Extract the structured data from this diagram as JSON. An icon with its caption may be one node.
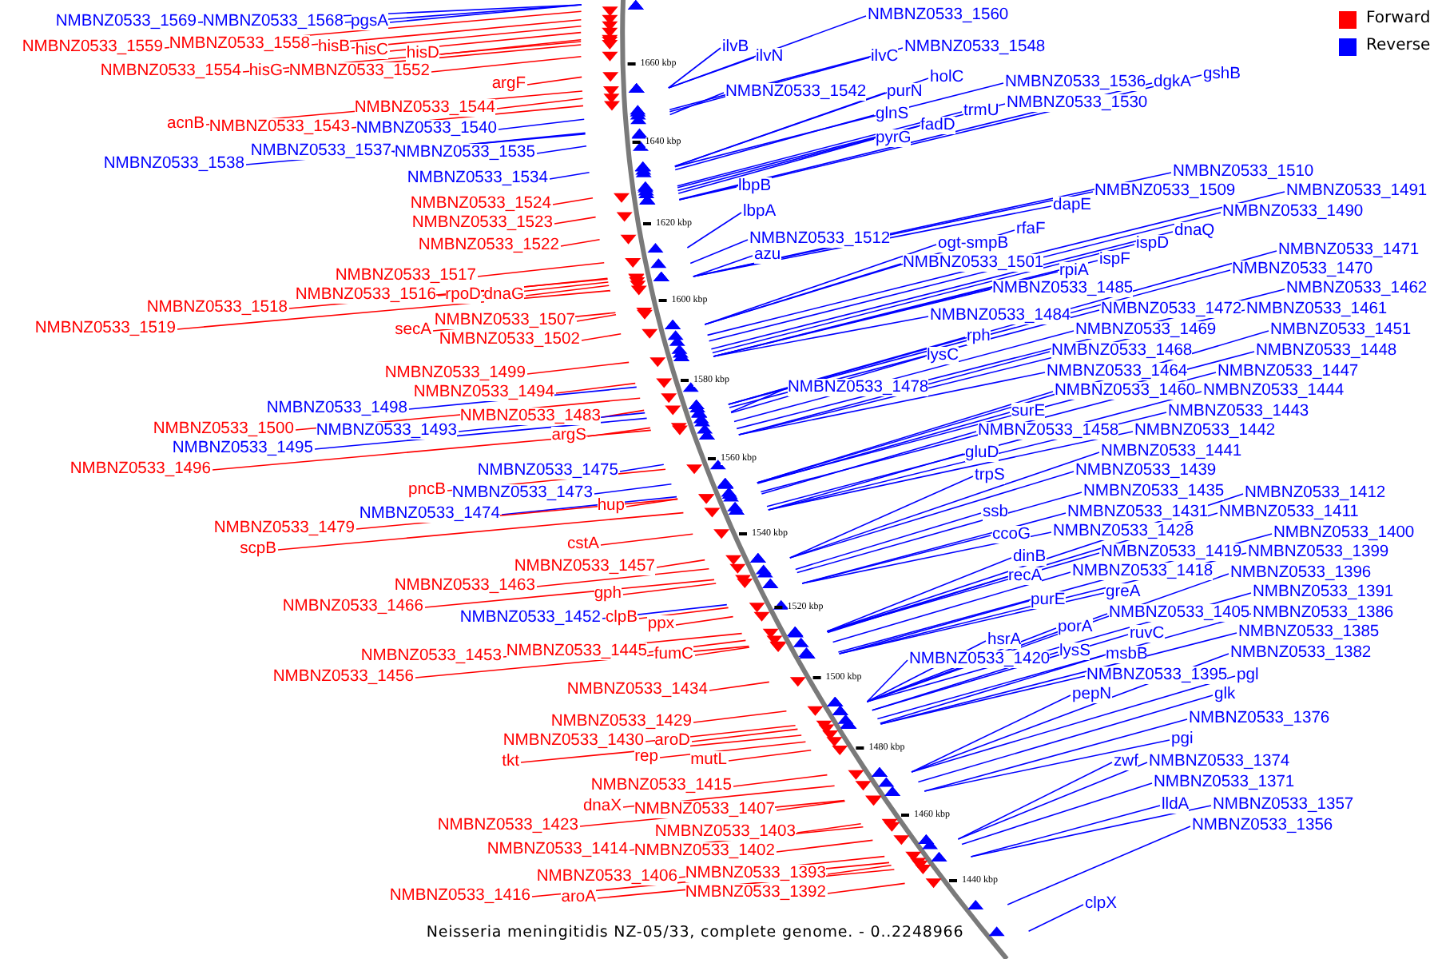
{
  "diagram": {
    "caption": "Neisseria meningitidis NZ-05/33, complete genome. - 0..2248966",
    "nodes": [
      {
        "text": [
          "NMBNZ0533_1569"
        ]
      },
      {
        "text": [
          "NMBNZ0533_1568"
        ]
      },
      {
        "text": [
          "pgsA"
        ]
      },
      {
        "text": [
          "NMBNZ0533_1559"
        ]
      },
      {
        "text": [
          "NMBNZ0533_1558"
        ]
      },
      {
        "text": [
          "hisB"
        ]
      },
      {
        "text": [
          "hisC"
        ]
      },
      {
        "text": [
          "hisD"
        ]
      },
      {
        "text": [
          "NMBNZ0533_1554"
        ]
      },
      {
        "text": [
          "hisG"
        ]
      },
      {
        "text": [
          "NMBNZ0533_1552"
        ]
      },
      {
        "text": [
          "argF"
        ]
      },
      {
        "text": [
          "NMBNZ0533_1544"
        ]
      },
      {
        "text": [
          "acnB"
        ]
      },
      {
        "text": [
          "NMBNZ0533_1543"
        ]
      },
      {
        "text": [
          "NMBNZ0533_1540"
        ]
      },
      {
        "text": [
          "NMBNZ0533_1537"
        ]
      },
      {
        "text": [
          "NMBNZ0533_1535"
        ]
      },
      {
        "text": [
          "NMBNZ0533_1538"
        ]
      },
      {
        "text": [
          "NMBNZ0533_1534"
        ]
      },
      {
        "text": [
          "NMBNZ0533_1524"
        ]
      },
      {
        "text": [
          "NMBNZ0533_1523"
        ]
      },
      {
        "text": [
          "NMBNZ0533_1522"
        ]
      },
      {
        "text": [
          "NMBNZ0533_1517"
        ]
      },
      {
        "text": [
          "NMBNZ0533_1516"
        ]
      },
      {
        "text": [
          "rpoD"
        ]
      },
      {
        "text": [
          "dnaG"
        ]
      },
      {
        "text": [
          "NMBNZ0533_1518"
        ]
      },
      {
        "text": [
          "NMBNZ0533_1507"
        ]
      },
      {
        "text": [
          "secA"
        ]
      },
      {
        "text": [
          "NMBNZ0533_1519"
        ]
      },
      {
        "text": [
          "NMBNZ0533_1502"
        ]
      },
      {
        "text": [
          "NMBNZ0533_1499"
        ]
      },
      {
        "text": [
          "NMBNZ0533_1494"
        ]
      },
      {
        "text": [
          "NMBNZ0533_1498"
        ]
      },
      {
        "text": [
          "NMBNZ0533_1483"
        ]
      },
      {
        "text": [
          "NMBNZ0533_1500"
        ]
      },
      {
        "text": [
          "NMBNZ0533_1493"
        ]
      },
      {
        "text": [
          "argS"
        ]
      },
      {
        "text": [
          "NMBNZ0533_1495"
        ]
      },
      {
        "text": [
          "NMBNZ0533_1496"
        ]
      },
      {
        "text": [
          "NMBNZ0533_1475"
        ]
      },
      {
        "text": [
          "pncB"
        ]
      },
      {
        "text": [
          "NMBNZ0533_1473"
        ]
      },
      {
        "text": [
          "hup"
        ]
      },
      {
        "text": [
          "NMBNZ0533_1474"
        ]
      },
      {
        "text": [
          "NMBNZ0533_1479"
        ]
      },
      {
        "text": [
          "cstA"
        ]
      },
      {
        "text": [
          "scpB"
        ]
      },
      {
        "text": [
          "NMBNZ0533_1457"
        ]
      },
      {
        "text": [
          "NMBNZ0533_1463"
        ]
      },
      {
        "text": [
          "gph"
        ]
      },
      {
        "text": [
          "NMBNZ0533_1466"
        ]
      },
      {
        "text": [
          "NMBNZ0533_1452"
        ]
      },
      {
        "text": [
          "clpB"
        ]
      },
      {
        "text": [
          "ppx"
        ]
      },
      {
        "text": [
          "NMBNZ0533_1453"
        ]
      },
      {
        "text": [
          "NMBNZ0533_1445"
        ]
      },
      {
        "text": [
          "fumC"
        ]
      },
      {
        "text": [
          "NMBNZ0533_1456"
        ]
      },
      {
        "text": [
          "NMBNZ0533_1434"
        ]
      },
      {
        "text": [
          "NMBNZ0533_1429"
        ]
      },
      {
        "text": [
          "NMBNZ0533_1430"
        ]
      },
      {
        "text": [
          "aroD"
        ]
      },
      {
        "text": [
          "tkt"
        ]
      },
      {
        "text": [
          "rep"
        ]
      },
      {
        "text": [
          "mutL"
        ]
      },
      {
        "text": [
          "NMBNZ0533_1415"
        ]
      },
      {
        "text": [
          "dnaX"
        ]
      },
      {
        "text": [
          "NMBNZ0533_1407"
        ]
      },
      {
        "text": [
          "NMBNZ0533_1423"
        ]
      },
      {
        "text": [
          "NMBNZ0533_1403"
        ]
      },
      {
        "text": [
          "NMBNZ0533_1414"
        ]
      },
      {
        "text": [
          "NMBNZ0533_1402"
        ]
      },
      {
        "text": [
          "NMBNZ0533_1406"
        ]
      },
      {
        "text": [
          "NMBNZ0533_1393"
        ]
      },
      {
        "text": [
          "NMBNZ0533_1416"
        ]
      },
      {
        "text": [
          "aroA"
        ]
      },
      {
        "text": [
          "NMBNZ0533_1392"
        ]
      },
      {
        "text": [
          "NMBNZ0533_1560"
        ]
      },
      {
        "text": [
          "ilvB"
        ]
      },
      {
        "text": [
          "ilvN"
        ]
      },
      {
        "text": [
          "ilvC"
        ]
      },
      {
        "text": [
          "NMBNZ0533_1548"
        ]
      },
      {
        "text": [
          "holC"
        ]
      },
      {
        "text": [
          "gshB"
        ]
      },
      {
        "text": [
          "NMBNZ0533_1536"
        ]
      },
      {
        "text": [
          "dgkA"
        ]
      },
      {
        "text": [
          "NMBNZ0533_1542"
        ]
      },
      {
        "text": [
          "purN"
        ]
      },
      {
        "text": [
          "NMBNZ0533_1530"
        ]
      },
      {
        "text": [
          "trmU"
        ]
      },
      {
        "text": [
          "glnS"
        ]
      },
      {
        "text": [
          "fadD"
        ]
      },
      {
        "text": [
          "pyrG"
        ]
      },
      {
        "text": [
          "NMBNZ0533_1510"
        ]
      },
      {
        "text": [
          "lbpB"
        ]
      },
      {
        "text": [
          "NMBNZ0533_1509"
        ]
      },
      {
        "text": [
          "NMBNZ0533_1491"
        ]
      },
      {
        "text": [
          "dapE"
        ]
      },
      {
        "text": [
          "lbpA"
        ]
      },
      {
        "text": [
          "NMBNZ0533_1490"
        ]
      },
      {
        "text": [
          "rfaF"
        ]
      },
      {
        "text": [
          "dnaQ"
        ]
      },
      {
        "text": [
          "NMBNZ0533_1512"
        ]
      },
      {
        "text": [
          "ogt-smpB"
        ]
      },
      {
        "text": [
          "ispD"
        ]
      },
      {
        "text": [
          "NMBNZ0533_1471"
        ]
      },
      {
        "text": [
          "azu"
        ]
      },
      {
        "text": [
          "ispF"
        ]
      },
      {
        "text": [
          "NMBNZ0533_1501"
        ]
      },
      {
        "text": [
          "NMBNZ0533_1470"
        ]
      },
      {
        "text": [
          "rpiA"
        ]
      },
      {
        "text": [
          "NMBNZ0533_1485"
        ]
      },
      {
        "text": [
          "NMBNZ0533_1462"
        ]
      },
      {
        "text": [
          "NMBNZ0533_1472"
        ]
      },
      {
        "text": [
          "NMBNZ0533_1461"
        ]
      },
      {
        "text": [
          "NMBNZ0533_1484"
        ]
      },
      {
        "text": [
          "NMBNZ0533_1469"
        ]
      },
      {
        "text": [
          "NMBNZ0533_1451"
        ]
      },
      {
        "text": [
          "rph"
        ]
      },
      {
        "text": [
          "NMBNZ0533_1468"
        ]
      },
      {
        "text": [
          "NMBNZ0533_1448"
        ]
      },
      {
        "text": [
          "lysC"
        ]
      },
      {
        "text": [
          "NMBNZ0533_1464"
        ]
      },
      {
        "text": [
          "NMBNZ0533_1447"
        ]
      },
      {
        "text": [
          "NMBNZ0533_1478"
        ]
      },
      {
        "text": [
          "NMBNZ0533_1460"
        ]
      },
      {
        "text": [
          "NMBNZ0533_1444"
        ]
      },
      {
        "text": [
          "surE"
        ]
      },
      {
        "text": [
          "NMBNZ0533_1443"
        ]
      },
      {
        "text": [
          "NMBNZ0533_1458"
        ]
      },
      {
        "text": [
          "NMBNZ0533_1442"
        ]
      },
      {
        "text": [
          "NMBNZ0533_1441"
        ]
      },
      {
        "text": [
          "gluD"
        ]
      },
      {
        "text": [
          "NMBNZ0533_1439"
        ]
      },
      {
        "text": [
          "trpS"
        ]
      },
      {
        "text": [
          "NMBNZ0533_1435"
        ]
      },
      {
        "text": [
          "NMBNZ0533_1412"
        ]
      },
      {
        "text": [
          "ssb"
        ]
      },
      {
        "text": [
          "NMBNZ0533_1431"
        ]
      },
      {
        "text": [
          "NMBNZ0533_1411"
        ]
      },
      {
        "text": [
          "NMBNZ0533_1428"
        ]
      },
      {
        "text": [
          "NMBNZ0533_1400"
        ]
      },
      {
        "text": [
          "ccoG"
        ]
      },
      {
        "text": [
          "NMBNZ0533_1419"
        ]
      },
      {
        "text": [
          "NMBNZ0533_1399"
        ]
      },
      {
        "text": [
          "dinB"
        ]
      },
      {
        "text": [
          "NMBNZ0533_1418"
        ]
      },
      {
        "text": [
          "NMBNZ0533_1396"
        ]
      },
      {
        "text": [
          "recA"
        ]
      },
      {
        "text": [
          "greA"
        ]
      },
      {
        "text": [
          "NMBNZ0533_1391"
        ]
      },
      {
        "text": [
          "purE"
        ]
      },
      {
        "text": [
          "NMBNZ0533_1405"
        ]
      },
      {
        "text": [
          "NMBNZ0533_1386"
        ]
      },
      {
        "text": [
          "porA"
        ]
      },
      {
        "text": [
          "NMBNZ0533_1385"
        ]
      },
      {
        "text": [
          "ruvC"
        ]
      },
      {
        "text": [
          "hsrA"
        ]
      },
      {
        "text": [
          "lysS"
        ]
      },
      {
        "text": [
          "NMBNZ0533_1382"
        ]
      },
      {
        "text": [
          "msbB"
        ]
      },
      {
        "text": [
          "NMBNZ0533_1420"
        ]
      },
      {
        "text": [
          "NMBNZ0533_1395"
        ]
      },
      {
        "text": [
          "pgl"
        ]
      },
      {
        "text": [
          "pepN"
        ]
      },
      {
        "text": [
          "glk"
        ]
      },
      {
        "text": [
          "NMBNZ0533_1376"
        ]
      },
      {
        "text": [
          "pgi"
        ]
      },
      {
        "text": [
          "zwf"
        ]
      },
      {
        "text": [
          "NMBNZ0533_1374"
        ]
      },
      {
        "text": [
          "NMBNZ0533_1371"
        ]
      },
      {
        "text": [
          "lldA"
        ]
      },
      {
        "text": [
          "NMBNZ0533_1357"
        ]
      },
      {
        "text": [
          "NMBNZ0533_1356"
        ]
      },
      {
        "text": [
          "clpX"
        ]
      }
    ],
    "edges": [
      {
        "from": 0,
        "to": null,
        "arrow": "none",
        "color": "#0000ff"
      },
      {
        "from": 1,
        "to": null,
        "arrow": "none",
        "color": "#0000ff"
      },
      {
        "from": 2,
        "to": null,
        "arrow": "none",
        "color": "#0000ff"
      },
      {
        "from": 3,
        "to": null,
        "arrow": "none",
        "color": "#ff0000"
      },
      {
        "from": 4,
        "to": null,
        "arrow": "none",
        "color": "#ff0000"
      },
      {
        "from": 5,
        "to": null,
        "arrow": "none",
        "color": "#ff0000"
      },
      {
        "from": 6,
        "to": null,
        "arrow": "none",
        "color": "#ff0000"
      },
      {
        "from": 7,
        "to": null,
        "arrow": "none",
        "color": "#ff0000"
      },
      {
        "from": 8,
        "to": null,
        "arrow": "none",
        "color": "#ff0000"
      },
      {
        "from": 9,
        "to": null,
        "arrow": "none",
        "color": "#ff0000"
      },
      {
        "from": 10,
        "to": null,
        "arrow": "none",
        "color": "#ff0000"
      },
      {
        "from": 11,
        "to": null,
        "arrow": "none",
        "color": "#ff0000"
      },
      {
        "from": 12,
        "to": null,
        "arrow": "none",
        "color": "#ff0000"
      },
      {
        "from": 13,
        "to": null,
        "arrow": "none",
        "color": "#ff0000"
      },
      {
        "from": 14,
        "to": null,
        "arrow": "none",
        "color": "#ff0000"
      },
      {
        "from": 15,
        "to": null,
        "arrow": "none",
        "color": "#0000ff"
      },
      {
        "from": 16,
        "to": null,
        "arrow": "none",
        "color": "#0000ff"
      },
      {
        "from": 17,
        "to": null,
        "arrow": "none",
        "color": "#0000ff"
      },
      {
        "from": 18,
        "to": null,
        "arrow": "none",
        "color": "#0000ff"
      },
      {
        "from": 19,
        "to": null,
        "arrow": "none",
        "color": "#0000ff"
      },
      {
        "from": 20,
        "to": null,
        "arrow": "none",
        "color": "#ff0000"
      },
      {
        "from": 21,
        "to": null,
        "arrow": "none",
        "color": "#ff0000"
      },
      {
        "from": 22,
        "to": null,
        "arrow": "none",
        "color": "#ff0000"
      },
      {
        "from": 23,
        "to": null,
        "arrow": "none",
        "color": "#ff0000"
      },
      {
        "from": 24,
        "to": null,
        "arrow": "none",
        "color": "#ff0000"
      },
      {
        "from": 25,
        "to": null,
        "arrow": "none",
        "color": "#ff0000"
      },
      {
        "from": 26,
        "to": null,
        "arrow": "none",
        "color": "#ff0000"
      },
      {
        "from": 27,
        "to": null,
        "arrow": "none",
        "color": "#ff0000"
      },
      {
        "from": 28,
        "to": null,
        "arrow": "none",
        "color": "#ff0000"
      },
      {
        "from": 29,
        "to": null,
        "arrow": "none",
        "color": "#ff0000"
      },
      {
        "from": 30,
        "to": null,
        "arrow": "none",
        "color": "#ff0000"
      },
      {
        "from": 31,
        "to": null,
        "arrow": "none",
        "color": "#ff0000"
      },
      {
        "from": 32,
        "to": null,
        "arrow": "none",
        "color": "#ff0000"
      },
      {
        "from": 33,
        "to": null,
        "arrow": "none",
        "color": "#ff0000"
      },
      {
        "from": 34,
        "to": null,
        "arrow": "none",
        "color": "#0000ff"
      },
      {
        "from": 35,
        "to": null,
        "arrow": "none",
        "color": "#ff0000"
      },
      {
        "from": 36,
        "to": null,
        "arrow": "none",
        "color": "#ff0000"
      },
      {
        "from": 37,
        "to": null,
        "arrow": "none",
        "color": "#0000ff"
      },
      {
        "from": 38,
        "to": null,
        "arrow": "none",
        "color": "#ff0000"
      },
      {
        "from": 39,
        "to": null,
        "arrow": "none",
        "color": "#0000ff"
      },
      {
        "from": 40,
        "to": null,
        "arrow": "none",
        "color": "#ff0000"
      },
      {
        "from": 41,
        "to": null,
        "arrow": "none",
        "color": "#0000ff"
      },
      {
        "from": 42,
        "to": null,
        "arrow": "none",
        "color": "#ff0000"
      },
      {
        "from": 43,
        "to": null,
        "arrow": "none",
        "color": "#0000ff"
      },
      {
        "from": 44,
        "to": null,
        "arrow": "none",
        "color": "#ff0000"
      },
      {
        "from": 45,
        "to": null,
        "arrow": "none",
        "color": "#0000ff"
      },
      {
        "from": 46,
        "to": null,
        "arrow": "none",
        "color": "#ff0000"
      },
      {
        "from": 47,
        "to": null,
        "arrow": "none",
        "color": "#ff0000"
      },
      {
        "from": 48,
        "to": null,
        "arrow": "none",
        "color": "#ff0000"
      },
      {
        "from": 49,
        "to": null,
        "arrow": "none",
        "color": "#ff0000"
      },
      {
        "from": 50,
        "to": null,
        "arrow": "none",
        "color": "#ff0000"
      },
      {
        "from": 51,
        "to": null,
        "arrow": "none",
        "color": "#ff0000"
      },
      {
        "from": 52,
        "to": null,
        "arrow": "none",
        "color": "#ff0000"
      },
      {
        "from": 53,
        "to": null,
        "arrow": "none",
        "color": "#0000ff"
      },
      {
        "from": 54,
        "to": null,
        "arrow": "none",
        "color": "#ff0000"
      },
      {
        "from": 55,
        "to": null,
        "arrow": "none",
        "color": "#ff0000"
      },
      {
        "from": 56,
        "to": null,
        "arrow": "none",
        "color": "#ff0000"
      },
      {
        "from": 57,
        "to": null,
        "arrow": "none",
        "color": "#ff0000"
      },
      {
        "from": 58,
        "to": null,
        "arrow": "none",
        "color": "#ff0000"
      },
      {
        "from": 59,
        "to": null,
        "arrow": "none",
        "color": "#ff0000"
      },
      {
        "from": 60,
        "to": null,
        "arrow": "none",
        "color": "#ff0000"
      },
      {
        "from": 61,
        "to": null,
        "arrow": "none",
        "color": "#ff0000"
      },
      {
        "from": 62,
        "to": null,
        "arrow": "none",
        "color": "#ff0000"
      },
      {
        "from": 63,
        "to": null,
        "arrow": "none",
        "color": "#ff0000"
      },
      {
        "from": 64,
        "to": null,
        "arrow": "none",
        "color": "#ff0000"
      },
      {
        "from": 65,
        "to": null,
        "arrow": "none",
        "color": "#ff0000"
      },
      {
        "from": 66,
        "to": null,
        "arrow": "none",
        "color": "#ff0000"
      },
      {
        "from": 67,
        "to": null,
        "arrow": "none",
        "color": "#ff0000"
      },
      {
        "from": 68,
        "to": null,
        "arrow": "none",
        "color": "#ff0000"
      },
      {
        "from": 69,
        "to": null,
        "arrow": "none",
        "color": "#ff0000"
      },
      {
        "from": 70,
        "to": null,
        "arrow": "none",
        "color": "#ff0000"
      },
      {
        "from": 71,
        "to": null,
        "arrow": "none",
        "color": "#ff0000"
      },
      {
        "from": 72,
        "to": null,
        "arrow": "none",
        "color": "#ff0000"
      },
      {
        "from": 73,
        "to": null,
        "arrow": "none",
        "color": "#ff0000"
      },
      {
        "from": 74,
        "to": null,
        "arrow": "none",
        "color": "#ff0000"
      },
      {
        "from": 75,
        "to": null,
        "arrow": "none",
        "color": "#ff0000"
      },
      {
        "from": 76,
        "to": null,
        "arrow": "none",
        "color": "#ff0000"
      },
      {
        "from": 77,
        "to": null,
        "arrow": "none",
        "color": "#ff0000"
      },
      {
        "from": 78,
        "to": null,
        "arrow": "none",
        "color": "#ff0000"
      },
      {
        "from": 79,
        "to": null,
        "arrow": "none",
        "color": "#0000ff"
      },
      {
        "from": 80,
        "to": null,
        "arrow": "none",
        "color": "#0000ff"
      },
      {
        "from": 81,
        "to": null,
        "arrow": "none",
        "color": "#0000ff"
      },
      {
        "from": 82,
        "to": null,
        "arrow": "none",
        "color": "#0000ff"
      },
      {
        "from": 83,
        "to": null,
        "arrow": "none",
        "color": "#0000ff"
      },
      {
        "from": 84,
        "to": null,
        "arrow": "none",
        "color": "#0000ff"
      },
      {
        "from": 85,
        "to": null,
        "arrow": "none",
        "color": "#0000ff"
      },
      {
        "from": 86,
        "to": null,
        "arrow": "none",
        "color": "#0000ff"
      },
      {
        "from": 87,
        "to": null,
        "arrow": "none",
        "color": "#0000ff"
      },
      {
        "from": 88,
        "to": null,
        "arrow": "none",
        "color": "#0000ff"
      },
      {
        "from": 89,
        "to": null,
        "arrow": "none",
        "color": "#0000ff"
      },
      {
        "from": 90,
        "to": null,
        "arrow": "none",
        "color": "#0000ff"
      },
      {
        "from": 91,
        "to": null,
        "arrow": "none",
        "color": "#0000ff"
      },
      {
        "from": 92,
        "to": null,
        "arrow": "none",
        "color": "#0000ff"
      },
      {
        "from": 93,
        "to": null,
        "arrow": "none",
        "color": "#0000ff"
      },
      {
        "from": 94,
        "to": null,
        "arrow": "none",
        "color": "#0000ff"
      },
      {
        "from": 95,
        "to": null,
        "arrow": "none",
        "color": "#0000ff"
      },
      {
        "from": 96,
        "to": null,
        "arrow": "none",
        "color": "#0000ff"
      },
      {
        "from": 97,
        "to": null,
        "arrow": "none",
        "color": "#0000ff"
      },
      {
        "from": 98,
        "to": null,
        "arrow": "none",
        "color": "#0000ff"
      },
      {
        "from": 99,
        "to": null,
        "arrow": "none",
        "color": "#0000ff"
      },
      {
        "from": 100,
        "to": null,
        "arrow": "none",
        "color": "#0000ff"
      },
      {
        "from": 101,
        "to": null,
        "arrow": "none",
        "color": "#0000ff"
      },
      {
        "from": 102,
        "to": null,
        "arrow": "none",
        "color": "#0000ff"
      },
      {
        "from": 103,
        "to": null,
        "arrow": "none",
        "color": "#0000ff"
      },
      {
        "from": 104,
        "to": null,
        "arrow": "none",
        "color": "#0000ff"
      },
      {
        "from": 105,
        "to": null,
        "arrow": "none",
        "color": "#0000ff"
      },
      {
        "from": 106,
        "to": null,
        "arrow": "none",
        "color": "#0000ff"
      },
      {
        "from": 107,
        "to": null,
        "arrow": "none",
        "color": "#0000ff"
      },
      {
        "from": 108,
        "to": null,
        "arrow": "none",
        "color": "#0000ff"
      },
      {
        "from": 109,
        "to": null,
        "arrow": "none",
        "color": "#0000ff"
      },
      {
        "from": 110,
        "to": null,
        "arrow": "none",
        "color": "#0000ff"
      },
      {
        "from": 111,
        "to": null,
        "arrow": "none",
        "color": "#0000ff"
      },
      {
        "from": 112,
        "to": null,
        "arrow": "none",
        "color": "#0000ff"
      },
      {
        "from": 113,
        "to": null,
        "arrow": "none",
        "color": "#0000ff"
      },
      {
        "from": 114,
        "to": null,
        "arrow": "none",
        "color": "#0000ff"
      },
      {
        "from": 115,
        "to": null,
        "arrow": "none",
        "color": "#0000ff"
      },
      {
        "from": 116,
        "to": null,
        "arrow": "none",
        "color": "#0000ff"
      },
      {
        "from": 117,
        "to": null,
        "arrow": "none",
        "color": "#0000ff"
      },
      {
        "from": 118,
        "to": null,
        "arrow": "none",
        "color": "#0000ff"
      },
      {
        "from": 119,
        "to": null,
        "arrow": "none",
        "color": "#0000ff"
      },
      {
        "from": 120,
        "to": null,
        "arrow": "none",
        "color": "#0000ff"
      },
      {
        "from": 121,
        "to": null,
        "arrow": "none",
        "color": "#0000ff"
      },
      {
        "from": 122,
        "to": null,
        "arrow": "none",
        "color": "#0000ff"
      },
      {
        "from": 123,
        "to": null,
        "arrow": "none",
        "color": "#0000ff"
      },
      {
        "from": 124,
        "to": null,
        "arrow": "none",
        "color": "#0000ff"
      },
      {
        "from": 125,
        "to": null,
        "arrow": "none",
        "color": "#0000ff"
      },
      {
        "from": 126,
        "to": null,
        "arrow": "none",
        "color": "#0000ff"
      },
      {
        "from": 127,
        "to": null,
        "arrow": "none",
        "color": "#0000ff"
      },
      {
        "from": 128,
        "to": null,
        "arrow": "none",
        "color": "#0000ff"
      },
      {
        "from": 129,
        "to": null,
        "arrow": "none",
        "color": "#0000ff"
      },
      {
        "from": 130,
        "to": null,
        "arrow": "none",
        "color": "#0000ff"
      },
      {
        "from": 131,
        "to": null,
        "arrow": "none",
        "color": "#0000ff"
      },
      {
        "from": 132,
        "to": null,
        "arrow": "none",
        "color": "#0000ff"
      },
      {
        "from": 133,
        "to": null,
        "arrow": "none",
        "color": "#0000ff"
      },
      {
        "from": 134,
        "to": null,
        "arrow": "none",
        "color": "#0000ff"
      },
      {
        "from": 135,
        "to": null,
        "arrow": "none",
        "color": "#0000ff"
      },
      {
        "from": 136,
        "to": null,
        "arrow": "none",
        "color": "#0000ff"
      },
      {
        "from": 137,
        "to": null,
        "arrow": "none",
        "color": "#0000ff"
      },
      {
        "from": 138,
        "to": null,
        "arrow": "none",
        "color": "#0000ff"
      },
      {
        "from": 139,
        "to": null,
        "arrow": "none",
        "color": "#0000ff"
      },
      {
        "from": 140,
        "to": null,
        "arrow": "none",
        "color": "#0000ff"
      },
      {
        "from": 141,
        "to": null,
        "arrow": "none",
        "color": "#0000ff"
      },
      {
        "from": 142,
        "to": null,
        "arrow": "none",
        "color": "#0000ff"
      },
      {
        "from": 143,
        "to": null,
        "arrow": "none",
        "color": "#0000ff"
      },
      {
        "from": 144,
        "to": null,
        "arrow": "none",
        "color": "#0000ff"
      },
      {
        "from": 145,
        "to": null,
        "arrow": "none",
        "color": "#0000ff"
      },
      {
        "from": 146,
        "to": null,
        "arrow": "none",
        "color": "#0000ff"
      },
      {
        "from": 147,
        "to": null,
        "arrow": "none",
        "color": "#0000ff"
      },
      {
        "from": 148,
        "to": null,
        "arrow": "none",
        "color": "#0000ff"
      },
      {
        "from": 149,
        "to": null,
        "arrow": "none",
        "color": "#0000ff"
      },
      {
        "from": 150,
        "to": null,
        "arrow": "none",
        "color": "#0000ff"
      },
      {
        "from": 151,
        "to": null,
        "arrow": "none",
        "color": "#0000ff"
      },
      {
        "from": 152,
        "to": null,
        "arrow": "none",
        "color": "#0000ff"
      },
      {
        "from": 153,
        "to": null,
        "arrow": "none",
        "color": "#0000ff"
      },
      {
        "from": 154,
        "to": null,
        "arrow": "none",
        "color": "#0000ff"
      },
      {
        "from": 155,
        "to": null,
        "arrow": "none",
        "color": "#0000ff"
      },
      {
        "from": 156,
        "to": null,
        "arrow": "none",
        "color": "#0000ff"
      },
      {
        "from": 157,
        "to": null,
        "arrow": "none",
        "color": "#0000ff"
      },
      {
        "from": 158,
        "to": null,
        "arrow": "none",
        "color": "#0000ff"
      },
      {
        "from": 159,
        "to": null,
        "arrow": "none",
        "color": "#0000ff"
      },
      {
        "from": 160,
        "to": null,
        "arrow": "none",
        "color": "#0000ff"
      },
      {
        "from": 161,
        "to": null,
        "arrow": "none",
        "color": "#0000ff"
      },
      {
        "from": 162,
        "to": null,
        "arrow": "none",
        "color": "#0000ff"
      },
      {
        "from": 163,
        "to": null,
        "arrow": "none",
        "color": "#0000ff"
      },
      {
        "from": 164,
        "to": null,
        "arrow": "none",
        "color": "#0000ff"
      },
      {
        "from": 165,
        "to": null,
        "arrow": "none",
        "color": "#0000ff"
      },
      {
        "from": 166,
        "to": null,
        "arrow": "none",
        "color": "#0000ff"
      },
      {
        "from": 167,
        "to": null,
        "arrow": "none",
        "color": "#0000ff"
      },
      {
        "from": 168,
        "to": null,
        "arrow": "none",
        "color": "#0000ff"
      },
      {
        "from": 169,
        "to": null,
        "arrow": "none",
        "color": "#0000ff"
      },
      {
        "from": 170,
        "to": null,
        "arrow": "none",
        "color": "#0000ff"
      },
      {
        "from": 171,
        "to": null,
        "arrow": "none",
        "color": "#0000ff"
      },
      {
        "from": 172,
        "to": null,
        "arrow": "none",
        "color": "#0000ff"
      },
      {
        "from": 173,
        "to": null,
        "arrow": "none",
        "color": "#0000ff"
      },
      {
        "from": 174,
        "to": null,
        "arrow": "none",
        "color": "#0000ff"
      },
      {
        "from": 175,
        "to": null,
        "arrow": "none",
        "color": "#0000ff"
      },
      {
        "from": 176,
        "to": null,
        "arrow": "none",
        "color": "#0000ff"
      }
    ],
    "labels": [
      "1660 kbp",
      "1640 kbp",
      "1620 kbp",
      "1600 kbp",
      "1580 kbp",
      "1560 kbp",
      "1540 kbp",
      "1520 kbp",
      "1500 kbp",
      "1480 kbp",
      "1460 kbp",
      "1440 kbp"
    ],
    "legend": [
      {
        "text": "Forward",
        "color": "#ff0000"
      },
      {
        "text": "Reverse",
        "color": "#0000ff"
      }
    ]
  }
}
